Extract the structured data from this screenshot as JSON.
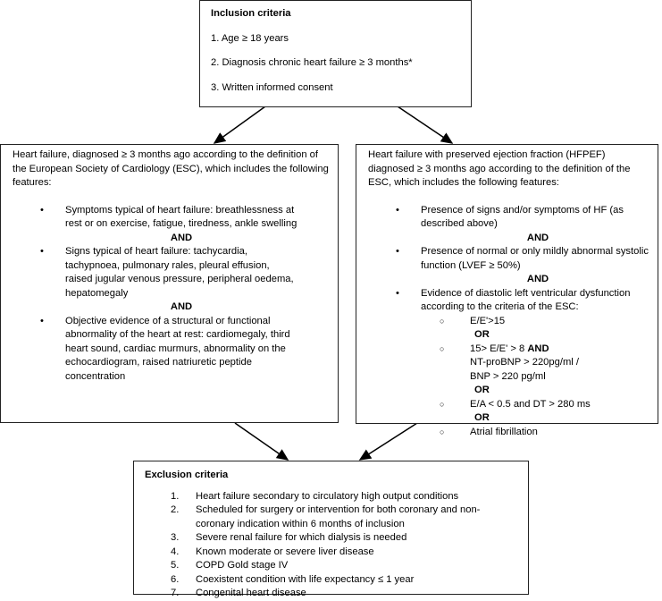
{
  "inclusion": {
    "title": "Inclusion criteria",
    "items": [
      "1. Age ≥ 18 years",
      "2. Diagnosis chronic heart failure ≥ 3 months*",
      "3. Written informed consent"
    ]
  },
  "hf_box": {
    "intro": "Heart failure, diagnosed ≥ 3 months ago according to the definition of the European Society of Cardiology (ESC), which includes the following features:",
    "bullets": [
      "Symptoms typical of heart failure: breathlessness at rest or on exercise, fatigue, tiredness, ankle swelling",
      "Signs typical of heart failure: tachycardia, tachypnoea, pulmonary rales, pleural effusion, raised jugular venous pressure, peripheral oedema, hepatomegaly",
      "Objective evidence of a structural or functional abnormality of the heart at rest: cardiomegaly, third heart sound, cardiac murmurs, abnormality on the echocardiogram, raised natriuretic peptide concentration"
    ],
    "connector": "AND",
    "bullet_symbol": "•"
  },
  "hfpef_box": {
    "intro": "Heart failure with preserved ejection fraction (HFPEF) diagnosed ≥ 3 months ago according to the definition of the ESC, which includes the following features:",
    "bullets": [
      "Presence of signs and/or symptoms of HF (as described above)",
      "Presence of normal or only mildly abnormal systolic function (LVEF ≥ 50%)",
      "Evidence of diastolic left ventricular dysfunction according to the criteria of the ESC:"
    ],
    "connector": "AND",
    "bullet_symbol": "•",
    "sub_symbol": "○",
    "sub": [
      {
        "text": "E/E'>15"
      },
      {
        "text": "15> E/E' > 8 ",
        "bold": "AND",
        "text2": "NT-proBNP > 220pg/ml /",
        "text3": "BNP > 220 pg/ml"
      },
      {
        "text": "E/A < 0.5 and DT > 280 ms"
      },
      {
        "text": "Atrial fibrillation"
      }
    ],
    "sub_connector": "OR"
  },
  "exclusion": {
    "title": "Exclusion criteria",
    "items": [
      {
        "num": "1.",
        "text": "Heart failure secondary to circulatory high output conditions"
      },
      {
        "num": "2.",
        "text": "Scheduled for surgery or intervention for both coronary and non-coronary indication within 6 months of inclusion"
      },
      {
        "num": "3.",
        "text": "Severe renal failure for which dialysis is needed"
      },
      {
        "num": "4.",
        "text": "Known moderate or severe liver disease"
      },
      {
        "num": "5.",
        "text": "COPD Gold stage IV"
      },
      {
        "num": "6.",
        "text": "Coexistent condition with life expectancy ≤ 1 year"
      },
      {
        "num": "7.",
        "text": "Congenital heart disease"
      }
    ]
  }
}
